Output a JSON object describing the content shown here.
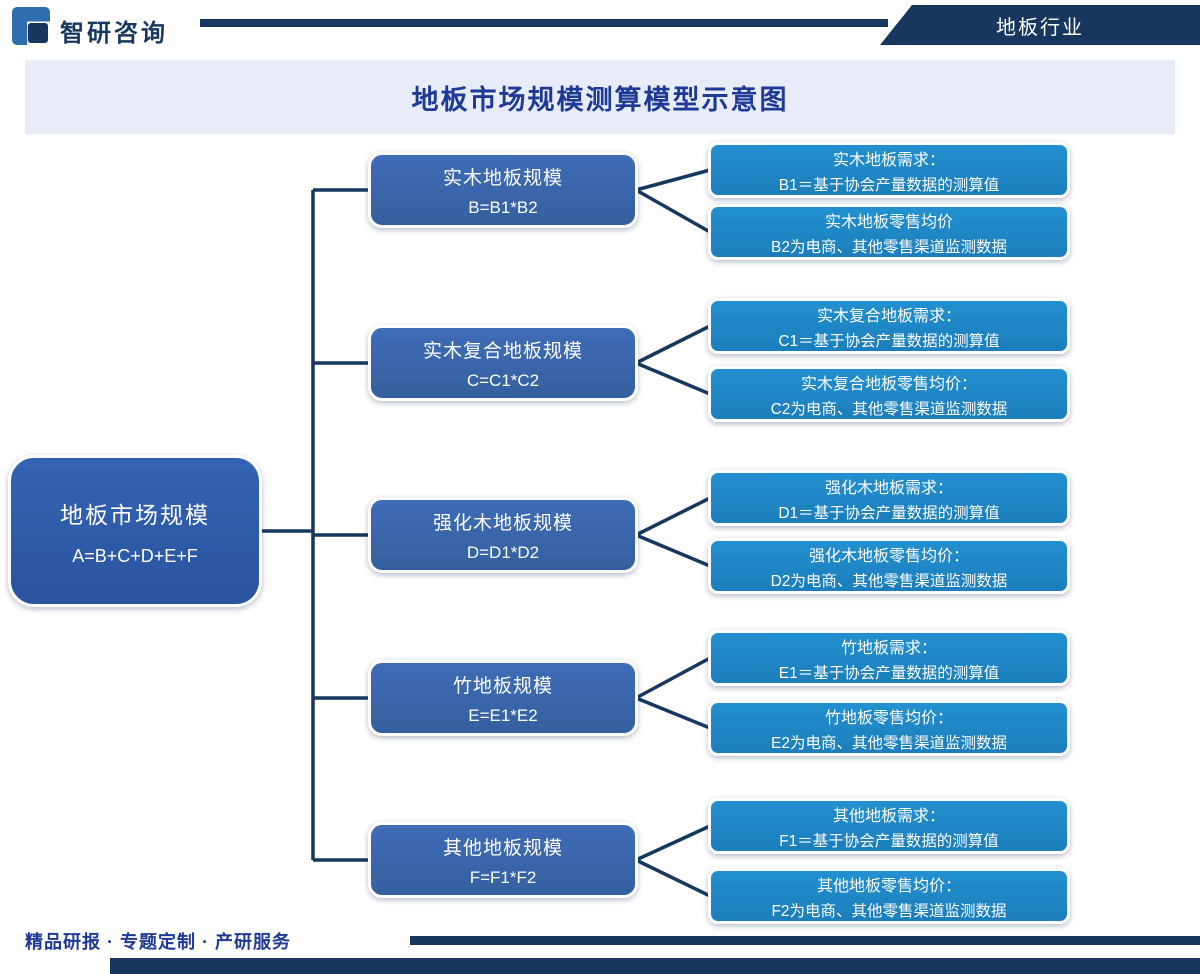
{
  "header": {
    "brand": "智研咨询",
    "industry_tag": "地板行业"
  },
  "title": "地板市场规模测算模型示意图",
  "diagram": {
    "root": {
      "line1": "地板市场规模",
      "line2": "A=B+C+D+E+F"
    },
    "groups": [
      {
        "mid": {
          "line1": "实木地板规模",
          "line2": "B=B1*B2"
        },
        "top": {
          "line1": "实木地板需求：",
          "line2": "B1＝基于协会产量数据的测算值"
        },
        "bottom": {
          "line1": "实木地板零售均价",
          "line2": "B2为电商、其他零售渠道监测数据"
        }
      },
      {
        "mid": {
          "line1": "实木复合地板规模",
          "line2": "C=C1*C2"
        },
        "top": {
          "line1": "实木复合地板需求：",
          "line2": "C1＝基于协会产量数据的测算值"
        },
        "bottom": {
          "line1": "实木复合地板零售均价：",
          "line2": "C2为电商、其他零售渠道监测数据"
        }
      },
      {
        "mid": {
          "line1": "强化木地板规模",
          "line2": "D=D1*D2"
        },
        "top": {
          "line1": "强化木地板需求：",
          "line2": "D1＝基于协会产量数据的测算值"
        },
        "bottom": {
          "line1": "强化木地板零售均价：",
          "line2": "D2为电商、其他零售渠道监测数据"
        }
      },
      {
        "mid": {
          "line1": "竹地板规模",
          "line2": "E=E1*E2"
        },
        "top": {
          "line1": "竹地板需求：",
          "line2": "E1＝基于协会产量数据的测算值"
        },
        "bottom": {
          "line1": "竹地板零售均价：",
          "line2": "E2为电商、其他零售渠道监测数据"
        }
      },
      {
        "mid": {
          "line1": "其他地板规模",
          "line2": "F=F1*F2"
        },
        "top": {
          "line1": "其他地板需求：",
          "line2": "F1＝基于协会产量数据的测算值"
        },
        "bottom": {
          "line1": "其他地板零售均价：",
          "line2": "F2为电商、其他零售渠道监测数据"
        }
      }
    ]
  },
  "footer": {
    "tagline": "精品研报 · 专题定制 · 产研服务"
  },
  "colors": {
    "navy": "#17375e",
    "royal_blue": "#3a66ae",
    "cyan_blue": "#1f86c5",
    "title_blue": "#1e3a96",
    "band_bg": "#e8ecf8"
  }
}
